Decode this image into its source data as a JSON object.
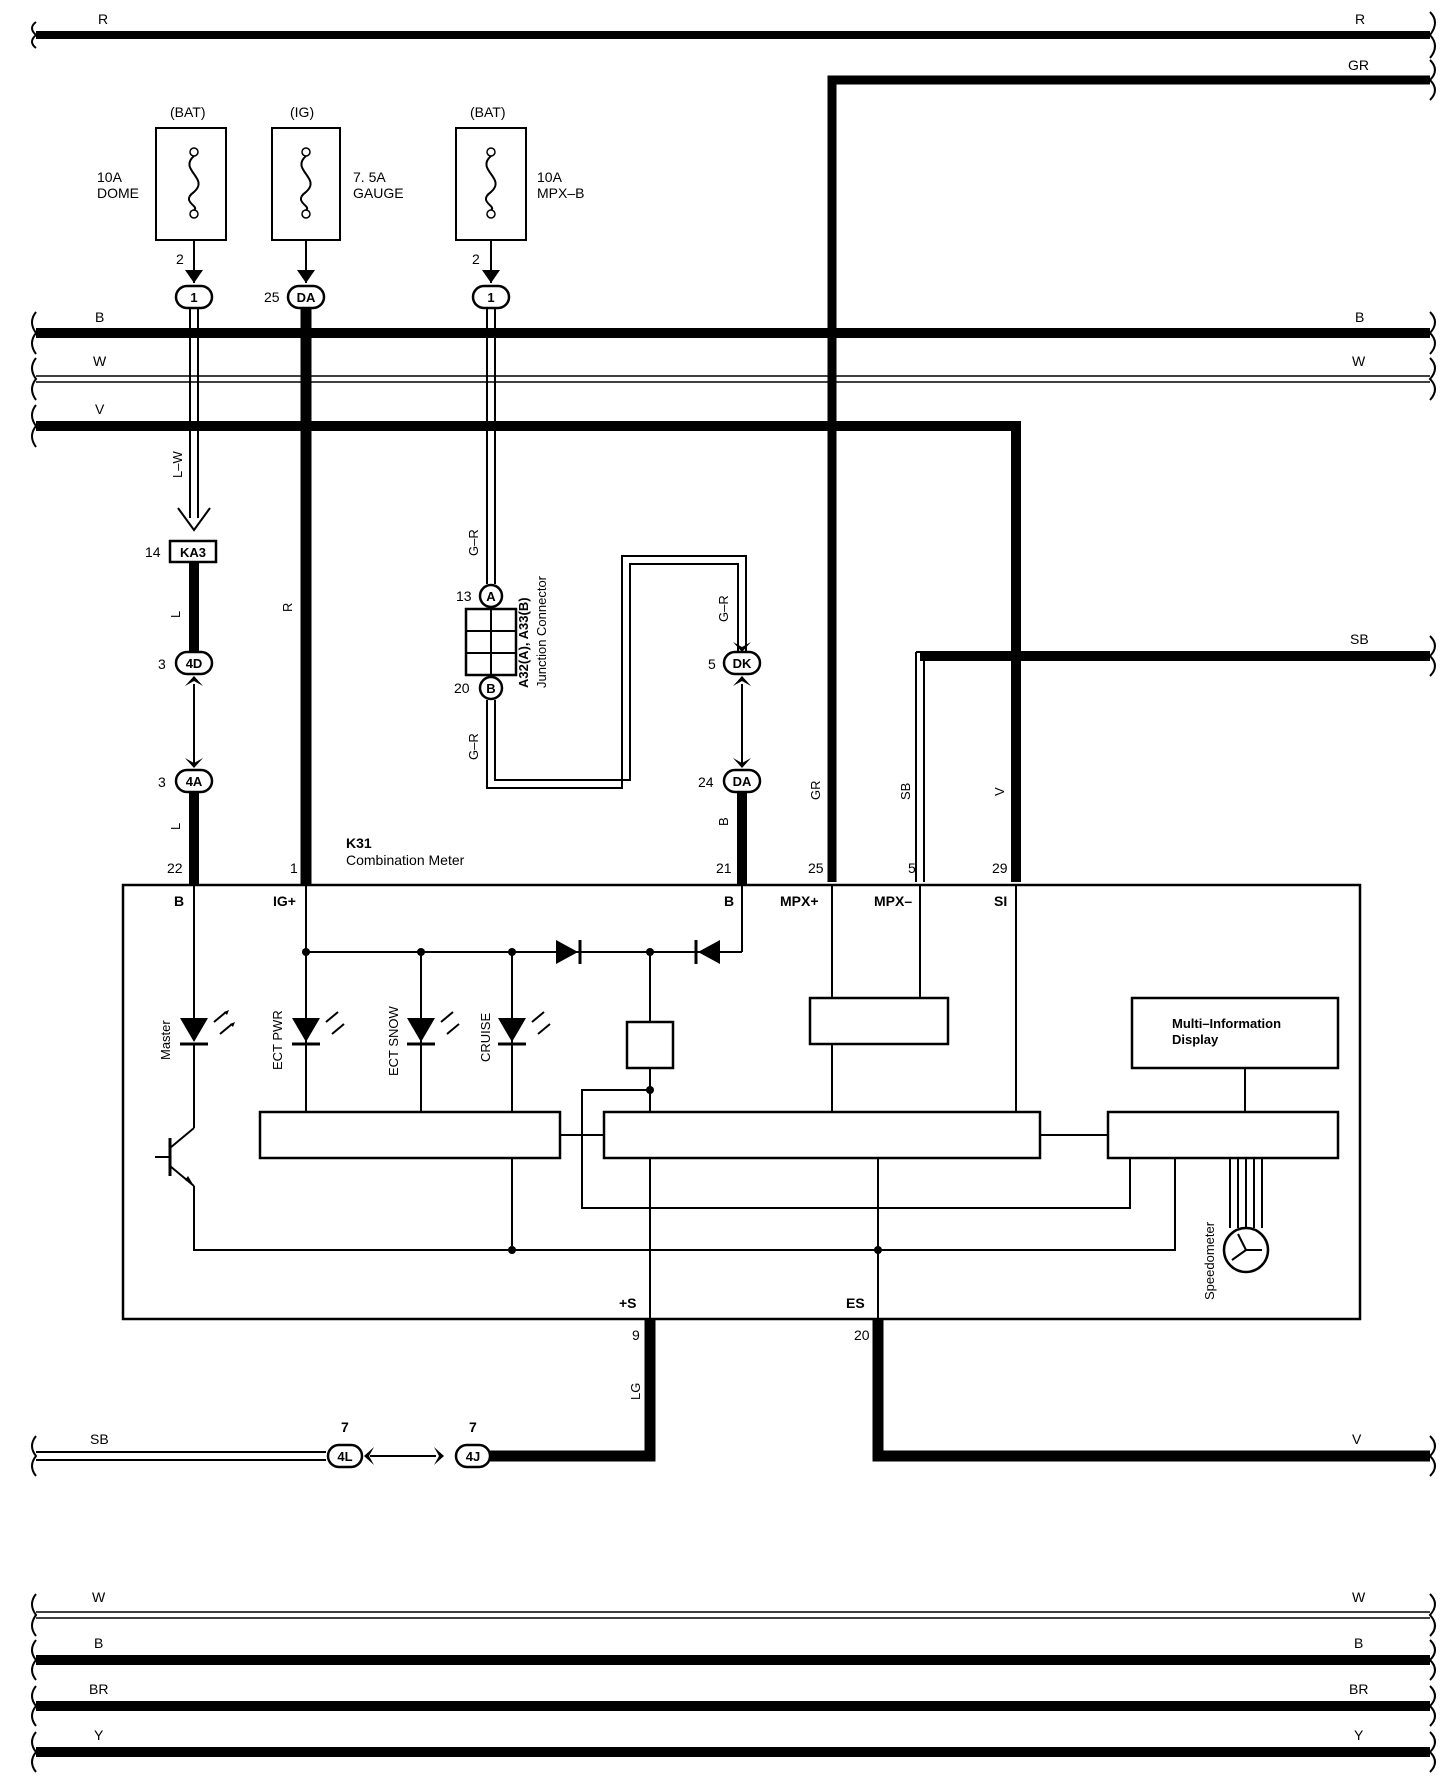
{
  "bus_wires": {
    "top_R_left": "R",
    "top_R_right": "R",
    "GR_right": "GR",
    "B_left": "B",
    "B_right": "B",
    "W_left": "W",
    "W_right": "W",
    "V_left": "V",
    "SB_right": "SB",
    "SB_bottom_left": "SB",
    "V_bottom_right": "V",
    "bottom_W_left": "W",
    "bottom_W_right": "W",
    "bottom_B_left": "B",
    "bottom_B_right": "B",
    "bottom_BR_left": "BR",
    "bottom_BR_right": "BR",
    "bottom_Y_left": "Y",
    "bottom_Y_right": "Y"
  },
  "fuses": [
    {
      "source": "(BAT)",
      "rating": "10A",
      "name": "DOME",
      "pin": "2",
      "connector": "1"
    },
    {
      "source": "(IG)",
      "rating": "7. 5A",
      "name": "GAUGE",
      "pin": "25",
      "connector": "DA"
    },
    {
      "source": "(BAT)",
      "rating": "10A",
      "name": "MPX–B",
      "pin": "2",
      "connector": "1"
    }
  ],
  "wire_colors": {
    "lw": "L–W",
    "l1": "L",
    "l2": "L",
    "r": "R",
    "gr1": "G–R",
    "gr2": "G–R",
    "gr3": "G–R",
    "b": "B",
    "gr": "GR",
    "sb": "SB",
    "v": "V",
    "lg": "LG"
  },
  "connectors": {
    "ka3": {
      "pin": "14",
      "id": "KA3"
    },
    "c4d": {
      "pin": "3",
      "id": "4D"
    },
    "c4a": {
      "pin": "3",
      "id": "4A"
    },
    "jA": {
      "pin": "13",
      "id": "A"
    },
    "jB": {
      "pin": "20",
      "id": "B"
    },
    "dk": {
      "pin": "5",
      "id": "DK"
    },
    "da2": {
      "pin": "24",
      "id": "DA"
    },
    "c4l": {
      "pin": "7",
      "id": "4L"
    },
    "c4j": {
      "pin": "7",
      "id": "4J"
    }
  },
  "junction_connector": {
    "ids": "A32(A), A33(B)",
    "name": "Junction Connector"
  },
  "meter": {
    "code": "K31",
    "name": "Combination Meter",
    "pins_top": [
      {
        "num": "22",
        "name": "B"
      },
      {
        "num": "1",
        "name": "IG+"
      },
      {
        "num": "21",
        "name": "B"
      },
      {
        "num": "25",
        "name": "MPX+"
      },
      {
        "num": "5",
        "name": "MPX–"
      },
      {
        "num": "29",
        "name": "SI"
      }
    ],
    "pins_bottom": [
      {
        "num": "9",
        "name": "+S"
      },
      {
        "num": "20",
        "name": "ES"
      }
    ],
    "leds": [
      "Master",
      "ECT PWR",
      "ECT SNOW",
      "CRUISE"
    ],
    "mid_display": "Multi–Information Display",
    "speedometer": "Speedometer"
  }
}
